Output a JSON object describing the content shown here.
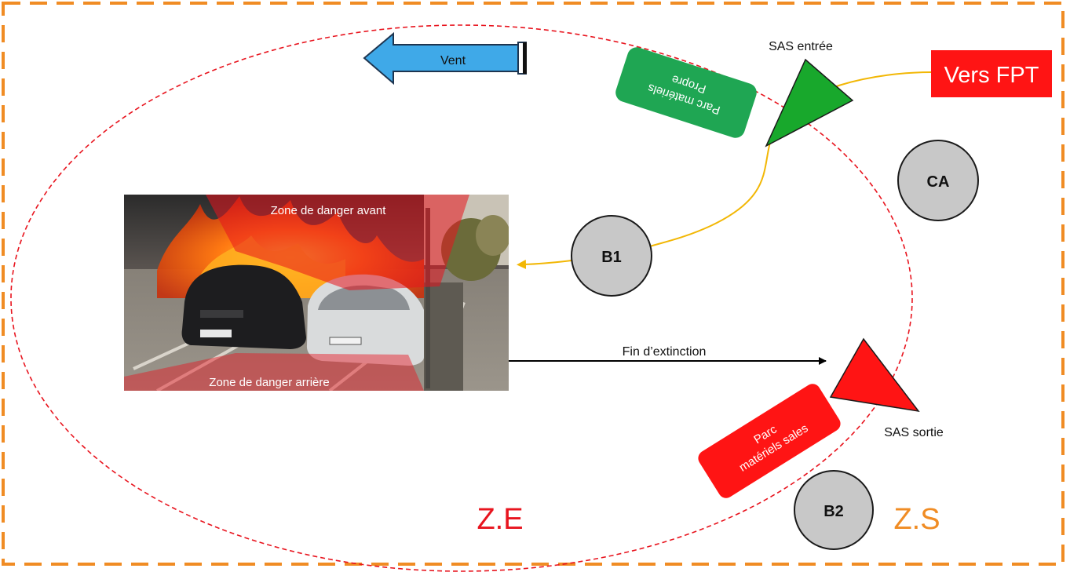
{
  "labels": {
    "wind": "Vent",
    "sas_entry": "SAS entrée",
    "vers_fpt": "Vers FPT",
    "parc_propre_line1": "Parc matériels",
    "parc_propre_line2": "Propre",
    "ca": "CA",
    "b1": "B1",
    "b2": "B2",
    "zone_avant": "Zone de danger avant",
    "zone_arriere": "Zone de danger arrière",
    "fin_extinction": "Fin d’extinction",
    "parc_sales_line1": "Parc",
    "parc_sales_line2": "matériels sales",
    "sas_exit": "SAS sortie",
    "ze": "Z.E",
    "zs": "Z.S"
  },
  "colors": {
    "zs_border": "#f08c24",
    "ze_border": "#e8141e",
    "wind_arrow": "#3fa9e8",
    "green": "#1fa653",
    "sas_entry": "#18a82c",
    "red": "#ff1414",
    "circle_fill": "#c8c8c8",
    "route": "#f2b705",
    "photo_fire": "#e8501a"
  },
  "icons": {
    "photo": "burning-cars-photo"
  }
}
